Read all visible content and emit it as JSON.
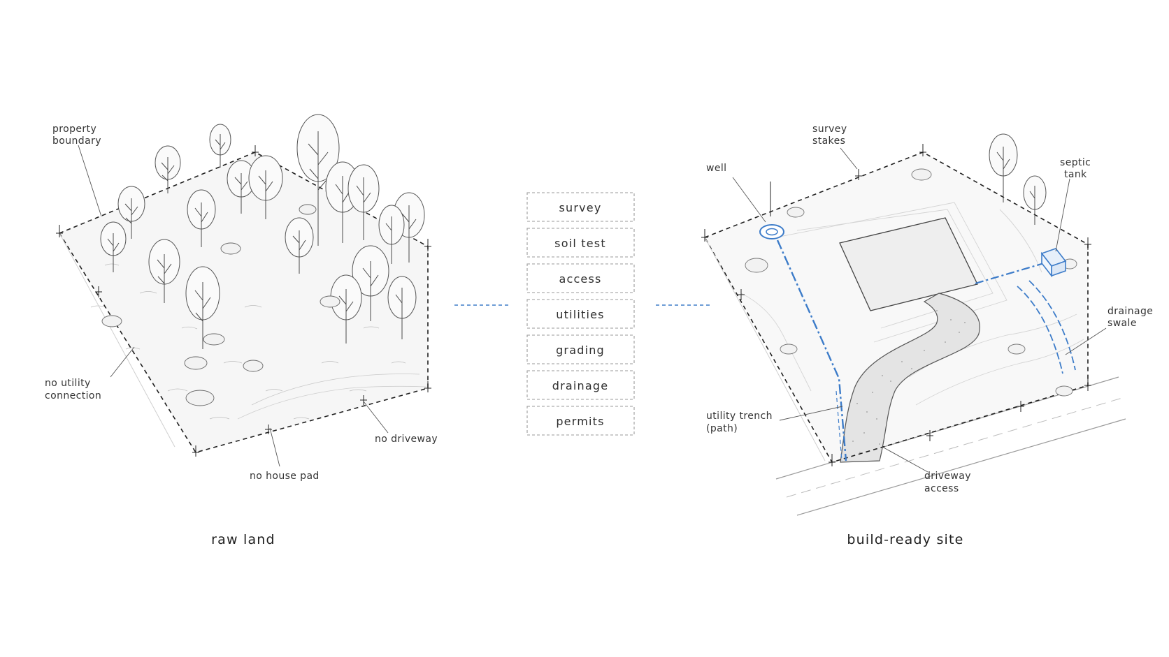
{
  "raw_land": {
    "caption": "raw land",
    "labels": {
      "property_boundary": [
        "property",
        "boundary"
      ],
      "no_utility": [
        "no utility",
        "connection"
      ],
      "no_driveway": "no driveway",
      "no_house_pad": "no house pad"
    }
  },
  "steps": [
    "survey",
    "soil test",
    "access",
    "utilities",
    "grading",
    "drainage",
    "permits"
  ],
  "build_ready": {
    "caption": "build-ready site",
    "labels": {
      "survey_stakes": [
        "survey",
        "stakes"
      ],
      "well": "well",
      "septic_tank": [
        "septic",
        "tank"
      ],
      "drainage_swale": [
        "drainage",
        "swale"
      ],
      "utility_trench": [
        "utility trench",
        "(path)"
      ],
      "driveway_access": [
        "driveway",
        "access"
      ]
    }
  },
  "colors": {
    "accent_blue": "#3d7cc9",
    "ink": "#2b2b2b",
    "step_border": "#9a9a9a"
  }
}
